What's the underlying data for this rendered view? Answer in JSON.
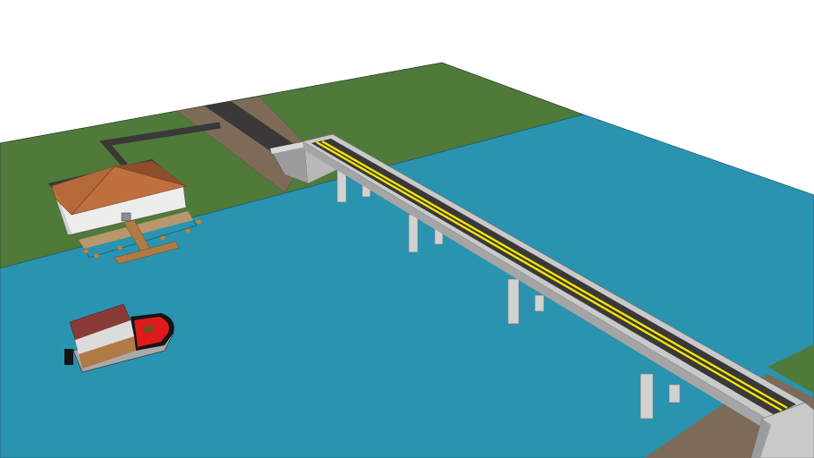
{
  "scene": {
    "title": "3D model: river bridge with house, dock and boat",
    "background": "#ffffff",
    "colors": {
      "grass": "#4f7a3a",
      "water": "#2a93b0",
      "dirt": "#7d6b58",
      "asphalt": "#3a3838",
      "lane_line": "#f2e600",
      "concrete": "#c9c9c9",
      "concrete_dark": "#9c9c9c",
      "roof": "#c0703f",
      "roof_dark": "#8e4e2b",
      "wall": "#ececec",
      "dock": "#b07a45",
      "dock_sand": "#b8976d",
      "boat_cabin_roof": "#8a3a36",
      "boat_deck_red": "#e01a1a",
      "boat_hull": "#a9a9a9",
      "boat_trim": "#151515",
      "boat_wood": "#b07a45",
      "buoy": "#e07a20"
    },
    "elements": [
      {
        "name": "land-left-bank",
        "label": "Grass land (left bank)"
      },
      {
        "name": "river",
        "label": "River water"
      },
      {
        "name": "land-right-bank",
        "label": "Grass land (right bank)"
      },
      {
        "name": "dirt-road",
        "label": "Dirt road embankment"
      },
      {
        "name": "asphalt-road",
        "label": "Asphalt road"
      },
      {
        "name": "driveway",
        "label": "Driveway to house"
      },
      {
        "name": "house",
        "label": "House with hip roof"
      },
      {
        "name": "dock",
        "label": "Wooden dock with buoys"
      },
      {
        "name": "boat",
        "label": "Houseboat / tug boat"
      },
      {
        "name": "bridge",
        "label": "Concrete bridge with double yellow lines"
      },
      {
        "name": "bridge-piers",
        "label": "Bridge pier columns"
      },
      {
        "name": "abutment-near",
        "label": "Near bridge abutment"
      },
      {
        "name": "abutment-far",
        "label": "Far bridge abutment"
      }
    ]
  }
}
